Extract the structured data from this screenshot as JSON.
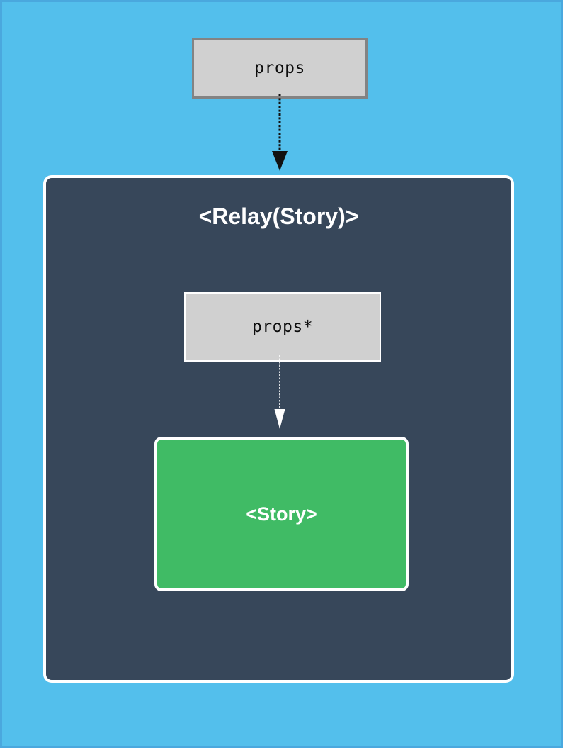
{
  "diagram": {
    "title": "Relay Story component props flow",
    "background_color": "#53bfec",
    "outer_props_box": {
      "label": "props",
      "fill_color": "#d0d0d0",
      "border_color": "#838383"
    },
    "relay_container": {
      "label": "<Relay(Story)>",
      "fill_color": "#37475a",
      "border_color": "#ffffff"
    },
    "inner_props_box": {
      "label": "props*",
      "fill_color": "#d0d0d0",
      "border_color": "#ffffff"
    },
    "story_box": {
      "label": "<Story>",
      "fill_color": "#40bb65",
      "border_color": "#ffffff"
    },
    "arrows": [
      {
        "name": "props-to-relay",
        "from": "props",
        "to": "<Relay(Story)>",
        "color": "#111111",
        "style": "dotted",
        "head": "filled"
      },
      {
        "name": "props-star-to-story",
        "from": "props*",
        "to": "<Story>",
        "color": "#ffffff",
        "style": "dotted",
        "head": "filled"
      }
    ]
  }
}
